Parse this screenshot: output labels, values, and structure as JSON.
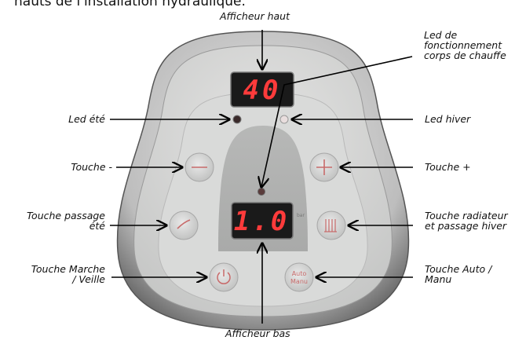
{
  "header_cut": "hauts de l'installation hydraulique.",
  "labels": {
    "afficheur_haut": "Afficheur haut",
    "led_fonctionnement_l1": "Led de",
    "led_fonctionnement_l2": "fonctionnement",
    "led_fonctionnement_l3": "corps de chauffe",
    "led_ete": "Led été",
    "led_hiver": "Led hiver",
    "touche_moins": "Touche -",
    "touche_plus": "Touche +",
    "touche_passage_ete_l1": "Touche passage",
    "touche_passage_ete_l2": "été",
    "touche_radiateur_l1": "Touche radiateur",
    "touche_radiateur_l2": "et passage hiver",
    "touche_marche_l1": "Touche Marche",
    "touche_marche_l2": "/ Veille",
    "touche_auto_l1": "Touche Auto /",
    "touche_auto_l2": "Manu",
    "afficheur_bas": "Afficheur bas"
  },
  "display": {
    "top_value": "40",
    "bottom_value": "1.0",
    "bottom_unit": "bar",
    "auto_label_1": "Auto",
    "auto_label_2": "Manu"
  },
  "colors": {
    "display_digits": "#ff3b3b",
    "panel": "#cfd0cf",
    "button_glyph": "#c86a6a"
  }
}
